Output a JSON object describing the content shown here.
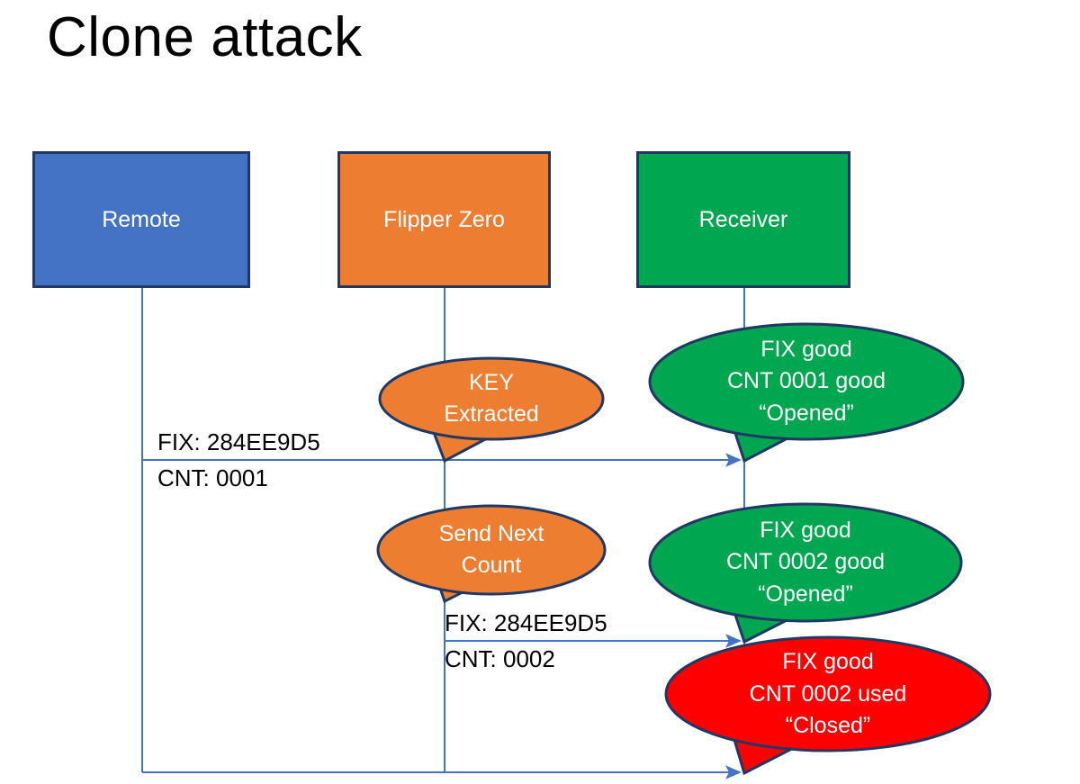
{
  "slide": {
    "title": "Clone attack",
    "background": "#ffffff"
  },
  "colors": {
    "remote_blue": "#4472C4",
    "flipper_orange": "#ED7D31",
    "receiver_green": "#00A650",
    "alert_red": "#FF0000",
    "outline_navy": "#1F3864",
    "lifeline_blue": "#4472C4",
    "text_white": "#FFFFFF",
    "text_black": "#000000"
  },
  "actors": [
    {
      "id": "remote",
      "label": "Remote",
      "fill": "#4472C4"
    },
    {
      "id": "flipper",
      "label": "Flipper Zero",
      "fill": "#ED7D31"
    },
    {
      "id": "receiver",
      "label": "Receiver",
      "fill": "#00A650"
    }
  ],
  "messages": [
    {
      "id": "msg1",
      "line1": "FIX: 284EE9D5",
      "line2": "CNT: 0001",
      "from": "remote",
      "to": "receiver"
    },
    {
      "id": "msg2",
      "line1": "FIX: 284EE9D5",
      "line2": "CNT: 0002",
      "from": "flipper",
      "to": "receiver"
    },
    {
      "id": "msg3",
      "line1": "",
      "line2": "",
      "from": "remote",
      "to": "receiver"
    }
  ],
  "callouts": [
    {
      "id": "key-extracted",
      "fill": "#ED7D31",
      "lines": [
        "KEY",
        "Extracted"
      ]
    },
    {
      "id": "receiver-ok-0001",
      "fill": "#00A650",
      "lines": [
        "FIX good",
        "CNT 0001 good",
        "“Opened”"
      ]
    },
    {
      "id": "send-next-count",
      "fill": "#ED7D31",
      "lines": [
        "Send Next",
        "Count"
      ]
    },
    {
      "id": "receiver-ok-0002",
      "fill": "#00A650",
      "lines": [
        "FIX good",
        "CNT 0002 good",
        "“Opened”"
      ]
    },
    {
      "id": "receiver-reject-0002",
      "fill": "#FF0000",
      "lines": [
        "FIX good",
        "CNT 0002 used",
        "“Closed”"
      ]
    }
  ]
}
